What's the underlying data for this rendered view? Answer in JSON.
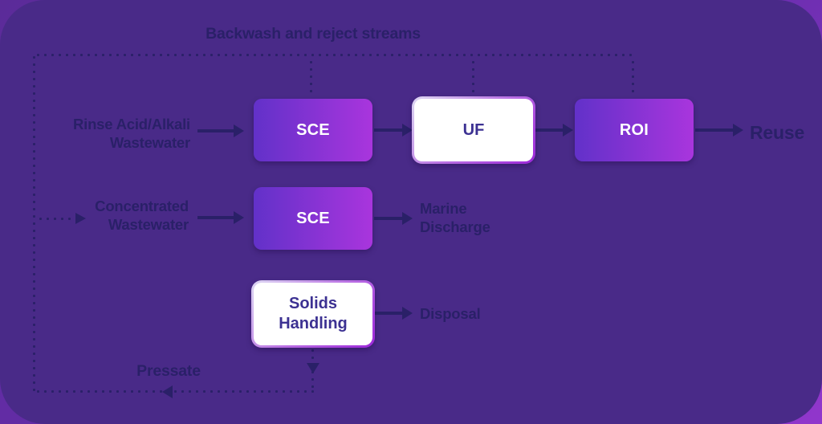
{
  "colors": {
    "canvas_bg_start": "#5b2b99",
    "canvas_bg_mid": "#662dab",
    "canvas_bg_end": "#9136cc",
    "panel_bg": "#492a88",
    "ink": "#2a2068",
    "node_grad_start": "#6231c9",
    "node_grad_end": "#a935dd",
    "node_text": "#ffffff",
    "white_node_text": "#3c3192",
    "white_node_border_start": "#ded9f3",
    "white_node_border_end": "#9c27d9"
  },
  "title": "Backwash and reject streams",
  "nodes": {
    "sce_top": "SCE",
    "uf": "UF",
    "roi": "ROI",
    "sce_mid": "SCE",
    "solids_handling": "Solids\nHandling"
  },
  "labels": {
    "rinse_feed": "Rinse Acid/Alkali\nWastewater",
    "concentrated_feed": "Concentrated\nWastewater",
    "reuse": "Reuse",
    "marine_discharge": "Marine\nDischarge",
    "disposal": "Disposal",
    "pressate": "Pressate"
  }
}
